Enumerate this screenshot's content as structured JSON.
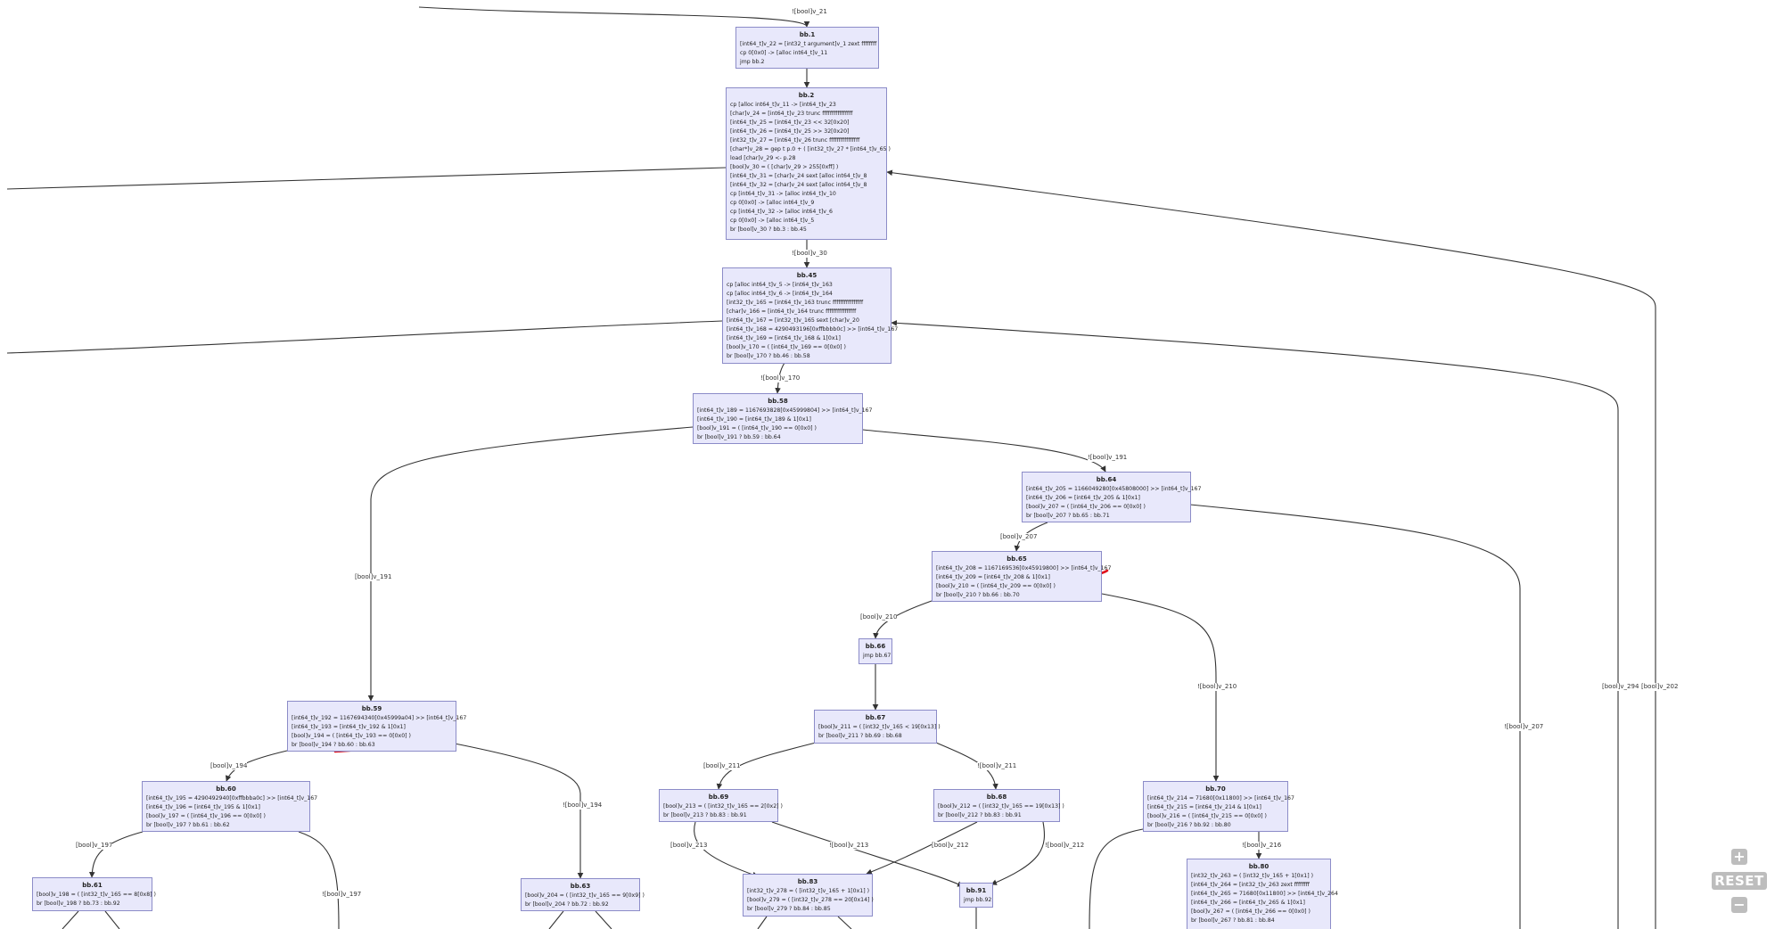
{
  "graph": {
    "nodes": [
      {
        "id": "bb.1",
        "lines": [
          "[int64_t]v_22 = [int32_t argument]v_1 zext ffffffff",
          "cp 0[0x0] -> [alloc int64_t]v_11",
          "jmp bb.2"
        ]
      },
      {
        "id": "bb.2",
        "lines": [
          "cp [alloc int64_t]v_11 -> [int64_t]v_23",
          "[char]v_24 = [int64_t]v_23 trunc ffffffffffffffff",
          "[int64_t]v_25 = [int64_t]v_23 << 32[0x20]",
          "[int64_t]v_26 = [int64_t]v_25 >> 32[0x20]",
          "[int32_t]v_27 = [int64_t]v_26 trunc ffffffffffffffff",
          "[char*]v_28 = gep t p.0 + ( [int32_t]v_27 * [int64_t]v_65 )",
          "load [char]v_29 <- p.28",
          "[bool]v_30 = ( [char]v_29 > 255[0xff] )",
          "[int64_t]v_31 = [char]v_24 sext [alloc int64_t]v_8",
          "[int64_t]v_32 = [char]v_24 sext [alloc int64_t]v_8",
          "cp [int64_t]v_31 -> [alloc int64_t]v_10",
          "cp 0[0x0] -> [alloc int64_t]v_9",
          "cp [int64_t]v_32 -> [alloc int64_t]v_6",
          "cp 0[0x0] -> [alloc int64_t]v_5",
          "br [bool]v_30 ? bb.3 : bb.45"
        ]
      },
      {
        "id": "bb.45",
        "lines": [
          "cp [alloc int64_t]v_5 -> [int64_t]v_163",
          "cp [alloc int64_t]v_6 -> [int64_t]v_164",
          "[int32_t]v_165 = [int64_t]v_163 trunc ffffffffffffffff",
          "[char]v_166 = [int64_t]v_164 trunc ffffffffffffffff",
          "[int64_t]v_167 = [int32_t]v_165 sext [char]v_20",
          "[int64_t]v_168 = 4290493196[0xffbbbb0c] >> [int64_t]v_167",
          "[int64_t]v_169 = [int64_t]v_168 & 1[0x1]",
          "[bool]v_170 = ( [int64_t]v_169 == 0[0x0] )",
          "br [bool]v_170 ? bb.46 : bb.58"
        ]
      },
      {
        "id": "bb.58",
        "lines": [
          "[int64_t]v_189 = 1167693828[0x45999804] >> [int64_t]v_167",
          "[int64_t]v_190 = [int64_t]v_189 & 1[0x1]",
          "[bool]v_191 = ( [int64_t]v_190 == 0[0x0] )",
          "br [bool]v_191 ? bb.59 : bb.64"
        ]
      },
      {
        "id": "bb.64",
        "lines": [
          "[int64_t]v_205 = 1166049280[0x45808000] >> [int64_t]v_167",
          "[int64_t]v_206 = [int64_t]v_205 & 1[0x1]",
          "[bool]v_207 = ( [int64_t]v_206 == 0[0x0] )",
          "br [bool]v_207 ? bb.65 : bb.71"
        ]
      },
      {
        "id": "bb.65",
        "lines": [
          "[int64_t]v_208 = 1167169536[0x45919800] >> [int64_t]v_167",
          "[int64_t]v_209 = [int64_t]v_208 & 1[0x1]",
          "[bool]v_210 = ( [int64_t]v_209 == 0[0x0] )",
          "br [bool]v_210 ? bb.66 : bb.70"
        ]
      },
      {
        "id": "bb.66",
        "lines": [
          "jmp bb.67"
        ]
      },
      {
        "id": "bb.67",
        "lines": [
          "[bool]v_211 = ( [int32_t]v_165 < 19[0x13] )",
          "br [bool]v_211 ? bb.69 : bb.68"
        ]
      },
      {
        "id": "bb.59",
        "lines": [
          "[int64_t]v_192 = 1167694340[0x45999a04] >> [int64_t]v_167",
          "[int64_t]v_193 = [int64_t]v_192 & 1[0x1]",
          "[bool]v_194 = ( [int64_t]v_193 == 0[0x0] )",
          "br [bool]v_194 ? bb.60 : bb.63"
        ]
      },
      {
        "id": "bb.60",
        "lines": [
          "[int64_t]v_195 = 4290492940[0xffbbba0c] >> [int64_t]v_167",
          "[int64_t]v_196 = [int64_t]v_195 & 1[0x1]",
          "[bool]v_197 = ( [int64_t]v_196 == 0[0x0] )",
          "br [bool]v_197 ? bb.61 : bb.62"
        ]
      },
      {
        "id": "bb.61",
        "lines": [
          "[bool]v_198 = ( [int32_t]v_165 == 8[0x8] )",
          "br [bool]v_198 ? bb.73 : bb.92"
        ]
      },
      {
        "id": "bb.63",
        "lines": [
          "[bool]v_204 = ( [int32_t]v_165 == 9[0x9] )",
          "br [bool]v_204 ? bb.72 : bb.92"
        ]
      },
      {
        "id": "bb.69",
        "lines": [
          "[bool]v_213 = ( [int32_t]v_165 == 2[0x2] )",
          "br [bool]v_213 ? bb.83 : bb.91"
        ]
      },
      {
        "id": "bb.68",
        "lines": [
          "[bool]v_212 = ( [int32_t]v_165 == 19[0x13] )",
          "br [bool]v_212 ? bb.83 : bb.91"
        ]
      },
      {
        "id": "bb.70",
        "lines": [
          "[int64_t]v_214 = 71680[0x11800] >> [int64_t]v_167",
          "[int64_t]v_215 = [int64_t]v_214 & 1[0x1]",
          "[bool]v_216 = ( [int64_t]v_215 == 0[0x0] )",
          "br [bool]v_216 ? bb.92 : bb.80"
        ]
      },
      {
        "id": "bb.83",
        "lines": [
          "[int32_t]v_278 = ( [int32_t]v_165 + 1[0x1] )",
          "[bool]v_279 = ( [int32_t]v_278 == 20[0x14] )",
          "br [bool]v_279 ? bb.84 : bb.85"
        ]
      },
      {
        "id": "bb.91",
        "lines": [
          "jmp bb.92"
        ]
      },
      {
        "id": "bb.80",
        "lines": [
          "[int32_t]v_263 = ( [int32_t]v_165 + 1[0x1] )",
          "[int64_t]v_264 = [int32_t]v_263 zext ffffffff",
          "[int64_t]v_265 = 71680[0x11800] >> [int64_t]v_264",
          "[int64_t]v_266 = [int64_t]v_265 & 1[0x1]",
          "[bool]v_267 = ( [int64_t]v_266 == 0[0x0] )",
          "br [bool]v_267 ? bb.81 : bb.84"
        ]
      }
    ],
    "edge_labels": [
      {
        "id": "el-top",
        "text": "![bool]v_21"
      },
      {
        "id": "el-30",
        "text": "![bool]v_30"
      },
      {
        "id": "el-170",
        "text": "![bool]v_170"
      },
      {
        "id": "el-191n",
        "text": "![bool]v_191"
      },
      {
        "id": "el-191",
        "text": "[bool]v_191"
      },
      {
        "id": "el-207",
        "text": "[bool]v_207"
      },
      {
        "id": "el-210",
        "text": "[bool]v_210"
      },
      {
        "id": "el-210n",
        "text": "![bool]v_210"
      },
      {
        "id": "el-194",
        "text": "[bool]v_194"
      },
      {
        "id": "el-194n",
        "text": "![bool]v_194"
      },
      {
        "id": "el-197",
        "text": "[bool]v_197"
      },
      {
        "id": "el-197n",
        "text": "![bool]v_197"
      },
      {
        "id": "el-211",
        "text": "[bool]v_211"
      },
      {
        "id": "el-211n",
        "text": "![bool]v_211"
      },
      {
        "id": "el-213",
        "text": "[bool]v_213"
      },
      {
        "id": "el-213n",
        "text": "![bool]v_213"
      },
      {
        "id": "el-212",
        "text": "[bool]v_212"
      },
      {
        "id": "el-212n",
        "text": "![bool]v_212"
      },
      {
        "id": "el-216",
        "text": "![bool]v_216"
      },
      {
        "id": "el-207n",
        "text": "![bool]v_207"
      },
      {
        "id": "el-294",
        "text": "[bool]v_294"
      },
      {
        "id": "el-202",
        "text": "[bool]v_202"
      }
    ]
  },
  "controls": {
    "zoom_in": "+",
    "reset": "RESET",
    "zoom_out": "−"
  },
  "colors": {
    "node_fill": "#e8e8fb",
    "node_border": "#8c8cc8",
    "edge": "#333333",
    "annotation": "#e0141e"
  }
}
